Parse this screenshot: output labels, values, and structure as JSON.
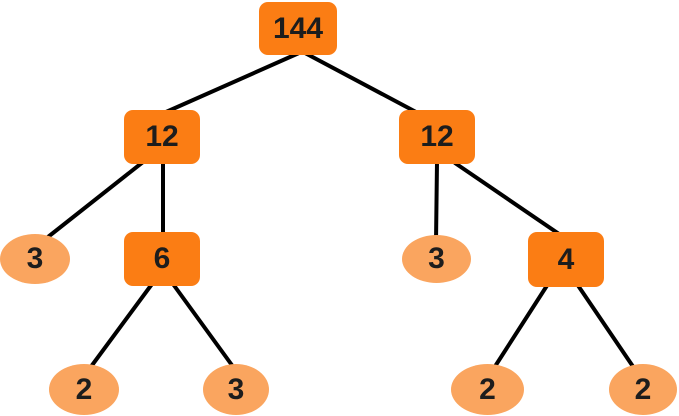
{
  "diagram": {
    "type": "factor-tree",
    "root_value": "144",
    "colors": {
      "box_fill": "#fb7d14",
      "leaf_fill": "#faa55f",
      "edge": "#000000",
      "text": "#1d1d1d",
      "background": "#ffffff"
    },
    "nodes": [
      {
        "id": "144",
        "label": "144",
        "shape": "rectangle"
      },
      {
        "id": "12-left",
        "label": "12",
        "shape": "rectangle"
      },
      {
        "id": "12-right",
        "label": "12",
        "shape": "rectangle"
      },
      {
        "id": "3-left",
        "label": "3",
        "shape": "ellipse"
      },
      {
        "id": "6",
        "label": "6",
        "shape": "rectangle"
      },
      {
        "id": "3-right",
        "label": "3",
        "shape": "ellipse"
      },
      {
        "id": "4",
        "label": "4",
        "shape": "rectangle"
      },
      {
        "id": "2-bottom-left",
        "label": "2",
        "shape": "ellipse"
      },
      {
        "id": "3-bottom",
        "label": "3",
        "shape": "ellipse"
      },
      {
        "id": "2-bottom-right-a",
        "label": "2",
        "shape": "ellipse"
      },
      {
        "id": "2-bottom-right-b",
        "label": "2",
        "shape": "ellipse"
      }
    ],
    "edges": [
      {
        "from": "144",
        "to": "12-left"
      },
      {
        "from": "144",
        "to": "12-right"
      },
      {
        "from": "12-left",
        "to": "3-left"
      },
      {
        "from": "12-left",
        "to": "6"
      },
      {
        "from": "6",
        "to": "2-bottom-left"
      },
      {
        "from": "6",
        "to": "3-bottom"
      },
      {
        "from": "12-right",
        "to": "3-right"
      },
      {
        "from": "12-right",
        "to": "4"
      },
      {
        "from": "4",
        "to": "2-bottom-right-a"
      },
      {
        "from": "4",
        "to": "2-bottom-right-b"
      }
    ]
  }
}
